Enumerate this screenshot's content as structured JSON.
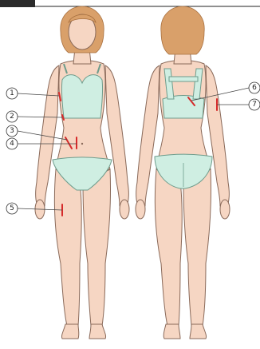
{
  "callouts": [
    {
      "id": "1",
      "label": "1"
    },
    {
      "id": "2",
      "label": "2"
    },
    {
      "id": "3",
      "label": "3"
    },
    {
      "id": "4",
      "label": "4"
    },
    {
      "id": "5",
      "label": "5"
    },
    {
      "id": "6",
      "label": "6"
    },
    {
      "id": "7",
      "label": "7"
    }
  ],
  "colors": {
    "mark": "#d62a2a",
    "skin": "#f6d6c3",
    "swimsuit": "#cfeee2",
    "hair": "#d9a06a"
  }
}
